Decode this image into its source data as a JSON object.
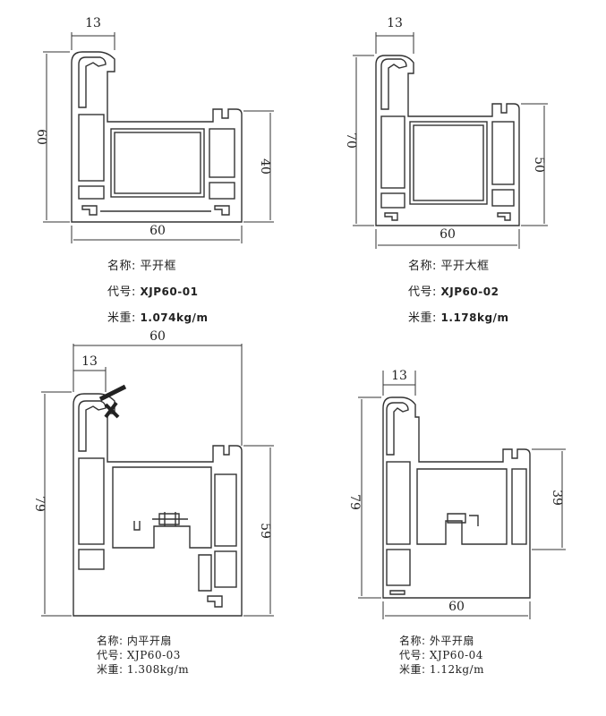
{
  "profiles": [
    {
      "dims": {
        "top": "13",
        "left": "60",
        "right": "40",
        "bottom": "60"
      },
      "name_label": "名称:",
      "name": "平开框",
      "code_label": "代号:",
      "code": "XJP60-01",
      "weight_label": "米重:",
      "weight": "1.074kg/m"
    },
    {
      "dims": {
        "top": "13",
        "left": "70",
        "right": "50",
        "bottom": "60"
      },
      "name_label": "名称:",
      "name": "平开大框",
      "code_label": "代号:",
      "code": "XJP60-02",
      "weight_label": "米重:",
      "weight": "1.178kg/m"
    },
    {
      "dims": {
        "top": "13",
        "left": "79",
        "right": "59",
        "overall": "60"
      },
      "name_label": "名称:",
      "name": "内平开扇",
      "code_label": "代号:",
      "code": "XJP60-03",
      "weight_label": "米重:",
      "weight": "1.308kg/m"
    },
    {
      "dims": {
        "top": "13",
        "left": "79",
        "right": "39",
        "bottom": "60"
      },
      "name_label": "名称:",
      "name": "外平开扇",
      "code_label": "代号:",
      "code": "XJP60-04",
      "weight_label": "米重:",
      "weight": "1.12kg/m"
    }
  ]
}
